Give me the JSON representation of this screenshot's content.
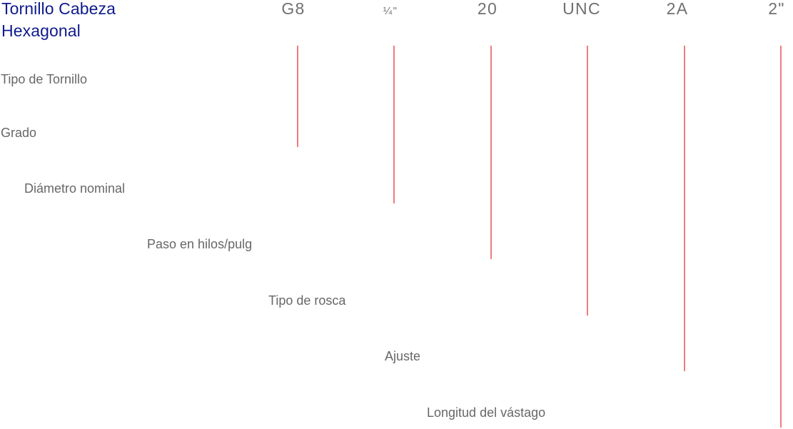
{
  "title": "Tornillo Cabeza Hexagonal",
  "codes": [
    {
      "name": "grade-code",
      "text": "G8"
    },
    {
      "name": "diameter-code",
      "text": "¼\""
    },
    {
      "name": "pitch-code",
      "text": "20"
    },
    {
      "name": "thread-type-code",
      "text": "UNC"
    },
    {
      "name": "fit-code",
      "text": "2A"
    },
    {
      "name": "length-code",
      "text": "2\""
    }
  ],
  "labels": [
    {
      "name": "screw-type-label",
      "text": "Tipo de Tornillo"
    },
    {
      "name": "grade-label",
      "text": "Grado"
    },
    {
      "name": "diameter-label",
      "text": "Diámetro nominal"
    },
    {
      "name": "pitch-label",
      "text": "Paso en hilos/pulg"
    },
    {
      "name": "thread-type-label",
      "text": "Tipo de rosca"
    },
    {
      "name": "fit-label",
      "text": "Ajuste"
    },
    {
      "name": "length-label",
      "text": "Longitud del vástago"
    }
  ],
  "colors": {
    "title": "#0f1b8c",
    "code": "#707070",
    "label": "#676767",
    "connector_start": "#23239a",
    "connector_mid": "#4a86e8",
    "connector_end": "#e5232d"
  }
}
